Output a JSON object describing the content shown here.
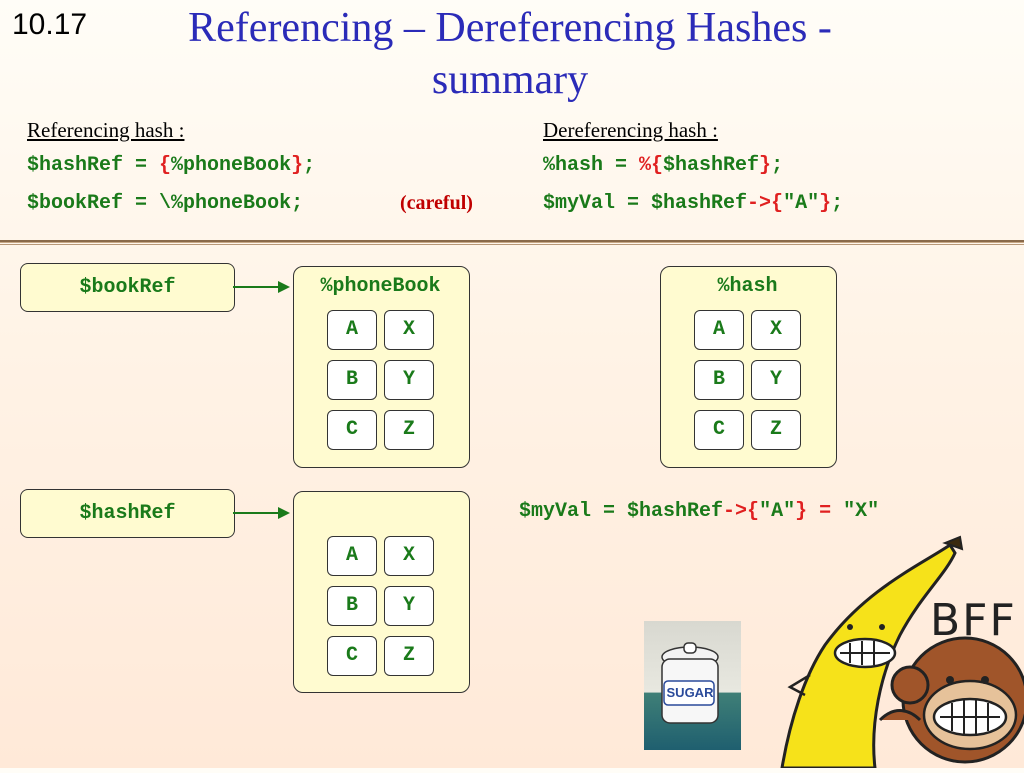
{
  "slide_number": "10.17",
  "title_line1": "Referencing – Dereferencing Hashes -",
  "title_line2": "summary",
  "referencing": {
    "heading": "Referencing hash :",
    "line1": {
      "a": "$hashRef = ",
      "b": "{",
      "c": "%phoneBook",
      "d": "}",
      "e": ";"
    },
    "line2": {
      "a": "$bookRef = ",
      "b": "\\",
      "c": "%phoneBook;",
      "note": "(careful)"
    }
  },
  "dereferencing": {
    "heading": "Dereferencing hash :",
    "line1": {
      "a": "%hash = ",
      "b": "%{",
      "c": "$hashRef",
      "d": "}",
      "e": ";"
    },
    "line2": {
      "a": "$myVal = $hashRef",
      "b": "->{",
      "c": "\"A\"",
      "d": "}",
      "e": ";"
    }
  },
  "diagram": {
    "bookref_label": "$bookRef",
    "phonebook_label": "%phoneBook",
    "hash_label": "%hash",
    "hashref_label": "$hashRef",
    "keys": [
      "A",
      "B",
      "C"
    ],
    "values": [
      "X",
      "Y",
      "Z"
    ],
    "myval": {
      "a": "$myVal = $hashRef",
      "b": "->{",
      "c": "\"A\"",
      "d": "} =",
      "e": " \"X\""
    }
  },
  "images": {
    "sugar_jar_text": "SUGAR",
    "cartoon_text": "BFF"
  }
}
